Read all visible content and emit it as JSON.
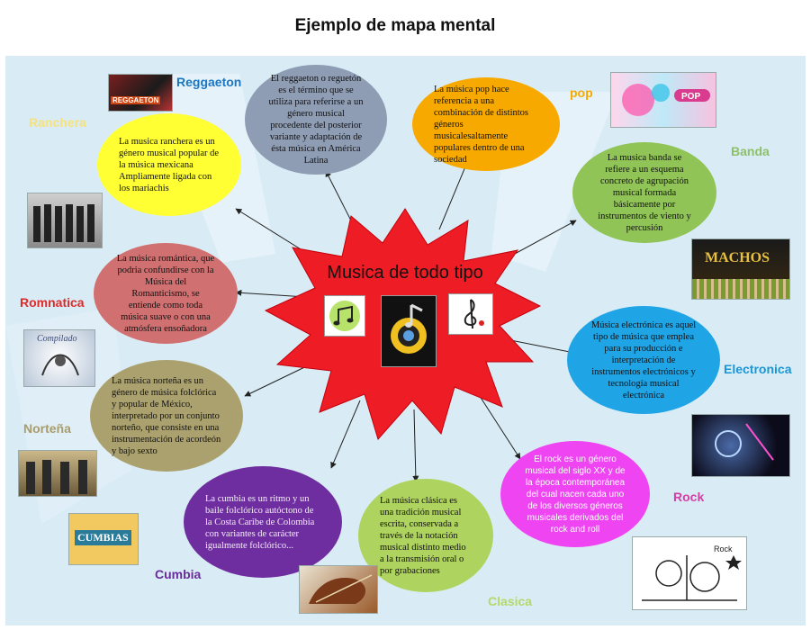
{
  "page": {
    "title": "Ejemplo de mapa mental"
  },
  "center": {
    "title": "Musica de todo tipo"
  },
  "thumbs": {
    "reggaeton_text": "REGGAETON",
    "banda_text": "MACHOS",
    "cumbia_text": "CUMBIAS",
    "romantica_text": "Compilado",
    "rock_text": "Rock"
  },
  "colors": {
    "canvas": "#d9ecf5",
    "star": "#ee1c25",
    "reggaeton": "#1a76c0",
    "ranchera": "#f7e06a",
    "romantica": "#e02a2a",
    "nortena": "#a89c6c",
    "cumbia": "#6a2b9a",
    "clasica": "#b6d86a",
    "rock": "#d43ea4",
    "electronica": "#1896d6",
    "banda": "#8ec06a",
    "pop": "#f7a900"
  },
  "nodes": [
    {
      "id": "reggaeton",
      "label": "Reggaeton",
      "text": "El reggaeton o reguetón es el término que se utiliza para referirse a un género musical procedente del posterior variante y adaptación de ésta música en América Latina"
    },
    {
      "id": "pop",
      "label": "pop",
      "text": "La música pop hace referencia a una combinación de distintos géneros musicalesaltamente populares dentro de una sociedad"
    },
    {
      "id": "ranchera",
      "label": "Ranchera",
      "text": "La musica ranchera es un género musical popular de la música mexicana Ampliamente ligada con los mariachis"
    },
    {
      "id": "banda",
      "label": "Banda",
      "text": "La musica banda se refiere a un esquema concreto de agrupación musical formada básicamente por instrumentos de viento y percusión"
    },
    {
      "id": "romantica",
      "label": "Romnatica",
      "text": "La música romántica, que podria confundirse con la Música del Romanticismo, se entiende como toda música suave o con una atmósfera ensoñadora"
    },
    {
      "id": "electronica",
      "label": "Electronica",
      "text": "Música electrónica es aquel tipo de música que emplea para su producción e interpretación de instrumentos electrónicos y tecnología musical electrónica"
    },
    {
      "id": "nortena",
      "label": "Norteña",
      "text": "La música norteña es un género de música folclórica y popular de México, interpretado por un conjunto norteño, que consiste en una instrumentación de acordeón y bajo sexto"
    },
    {
      "id": "rock",
      "label": "Rock",
      "text": "El rock es un género musical del siglo XX y de la época contemporánea del cual nacen cada uno de los diversos géneros musicales derivados del rock and roll"
    },
    {
      "id": "cumbia",
      "label": "Cumbia",
      "text": "La cumbia es un ritmo y un baile folclórico autóctono de la Costa Caribe de Colombia con variantes de carácter igualmente folclórico..."
    },
    {
      "id": "clasica",
      "label": "Clasica",
      "text": "La música clásica es una tradición musical escrita, conservada a través de la notación musical distinto medio a la transmisión oral o por grabaciones"
    }
  ]
}
